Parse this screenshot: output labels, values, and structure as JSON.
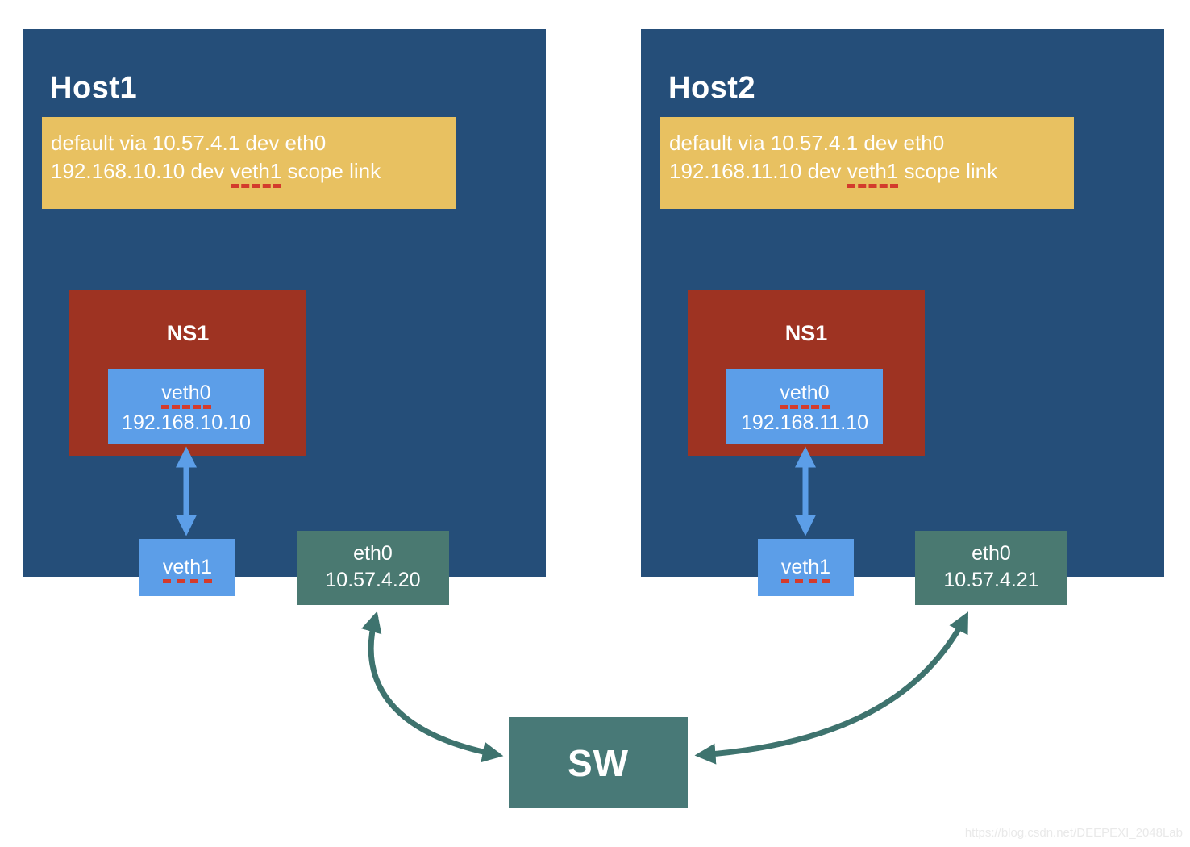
{
  "colors": {
    "host_background": "#254E79",
    "route_table_background": "#E8C161",
    "namespace_background": "#9E3322",
    "veth_background": "#5C9EE8",
    "eth_background": "#4A7971",
    "switch_background": "#487977",
    "blue_arrow": "#5C9EE8",
    "teal_arrow": "#3E736E",
    "dashed_underline": "#D33B2C",
    "text": "#FFFFFF",
    "watermark_text": "#E9E9E9"
  },
  "hosts": [
    {
      "title": "Host1",
      "route_table": {
        "line1": "default via 10.57.4.1 dev eth0",
        "line2_prefix": "192.168.10.10 dev ",
        "line2_device": "veth1",
        "line2_suffix": " scope link"
      },
      "namespace": {
        "label": "NS1",
        "veth0_label": "veth0",
        "veth0_ip": "192.168.10.10"
      },
      "veth1_label": "veth1",
      "eth0": {
        "label": "eth0",
        "ip": "10.57.4.20"
      }
    },
    {
      "title": "Host2",
      "route_table": {
        "line1": "default via 10.57.4.1 dev eth0",
        "line2_prefix": "192.168.11.10 dev ",
        "line2_device": "veth1",
        "line2_suffix": " scope link"
      },
      "namespace": {
        "label": "NS1",
        "veth0_label": "veth0",
        "veth0_ip": "192.168.11.10"
      },
      "veth1_label": "veth1",
      "eth0": {
        "label": "eth0",
        "ip": "10.57.4.21"
      }
    }
  ],
  "switch": {
    "label": "SW"
  },
  "watermark": "https://blog.csdn.net/DEEPEXI_2048Lab"
}
